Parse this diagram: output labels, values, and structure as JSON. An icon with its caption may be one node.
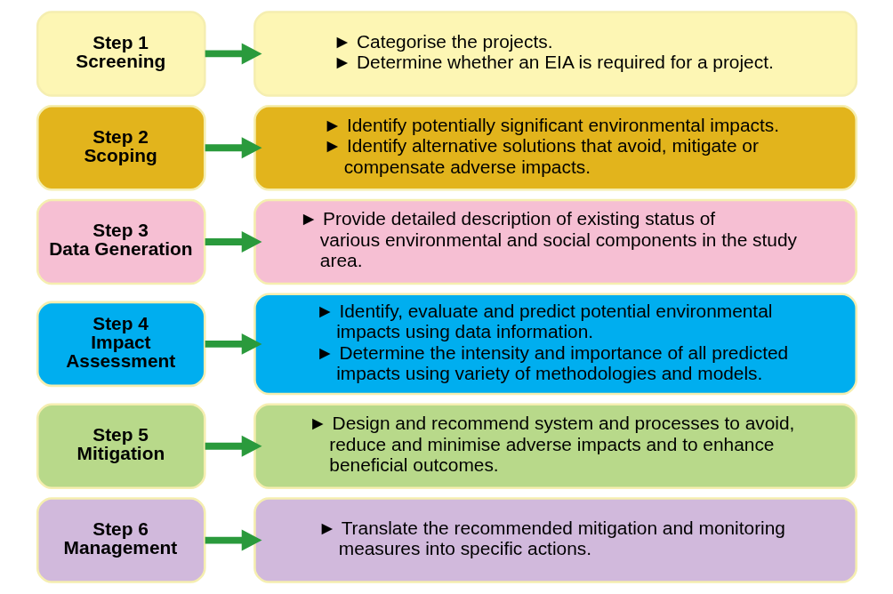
{
  "diagram": {
    "nodes": [
      {
        "text": [
          "Step 1",
          "Screening"
        ]
      },
      {
        "text": [
          "► Categorise the projects.",
          "► Determine whether an EIA is required for a project."
        ]
      },
      {
        "text": [
          "Step 2",
          "Scoping"
        ]
      },
      {
        "text": [
          "► Identify potentially significant environmental impacts.",
          "► Identify alternative solutions that avoid, mitigate or compensate adverse impacts."
        ]
      },
      {
        "text": [
          "Step 3",
          "Data Generation"
        ]
      },
      {
        "text": [
          "► Provide detailed description of existing status of various environmental and social components in the study area."
        ]
      },
      {
        "text": [
          "Step 4",
          "Impact Assessment"
        ]
      },
      {
        "text": [
          "► Identify, evaluate and predict potential environmental impacts using data information.",
          "► Determine the intensity and importance of all predicted impacts using variety of methodologies and models."
        ]
      },
      {
        "text": [
          "Step 5",
          "Mitigation"
        ]
      },
      {
        "text": [
          "► Design and recommend system and processes to avoid, reduce and minimise adverse impacts and to enhance beneficial outcomes."
        ]
      },
      {
        "text": [
          "Step 6",
          "Management"
        ]
      },
      {
        "text": [
          "► Translate the recommended mitigation and monitoring measures into specific actions."
        ]
      }
    ],
    "edges": [
      {
        "from": 0,
        "to": 1,
        "arrow": "to"
      },
      {
        "from": 2,
        "to": 3,
        "arrow": "to"
      },
      {
        "from": 4,
        "to": 5,
        "arrow": "to"
      },
      {
        "from": 6,
        "to": 7,
        "arrow": "to"
      },
      {
        "from": 8,
        "to": 9,
        "arrow": "to"
      },
      {
        "from": 10,
        "to": 11,
        "arrow": "to"
      }
    ]
  }
}
